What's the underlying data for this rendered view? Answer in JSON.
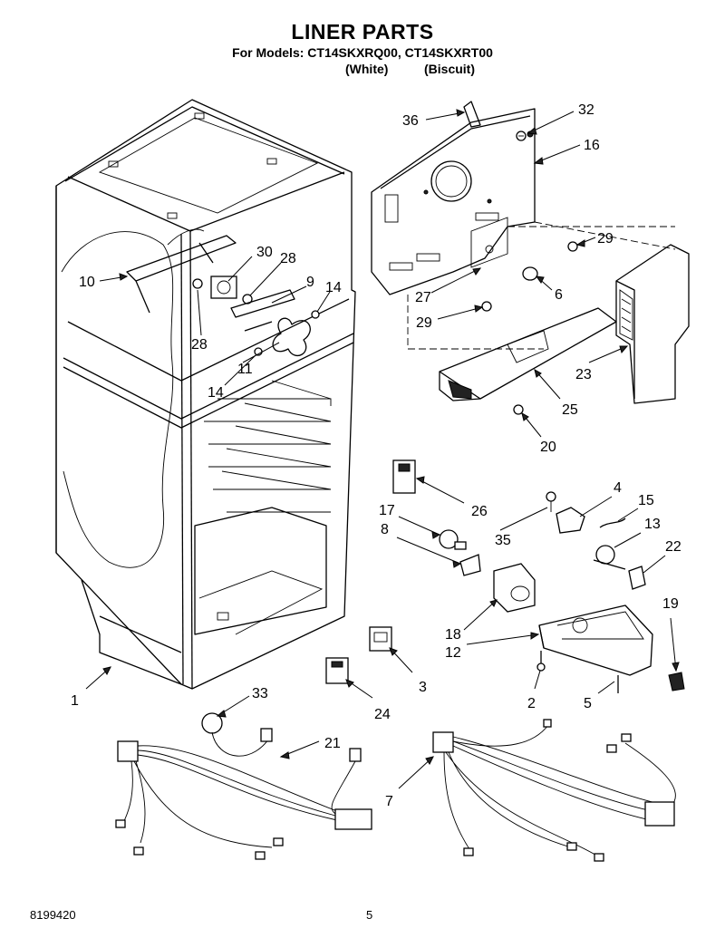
{
  "header": {
    "title": "LINER PARTS",
    "models": "For Models: CT14SKXRQ00, CT14SKXRT00",
    "variant_white": "(White)",
    "variant_biscuit": "(Biscuit)"
  },
  "footer": {
    "doc_number": "8199420",
    "page_number": "5"
  },
  "callouts": [
    "36",
    "32",
    "16",
    "29",
    "30",
    "28",
    "10",
    "9",
    "14",
    "28",
    "27",
    "6",
    "29",
    "11",
    "14",
    "23",
    "25",
    "20",
    "26",
    "4",
    "15",
    "17",
    "13",
    "8",
    "35",
    "22",
    "18",
    "12",
    "19",
    "3",
    "1",
    "33",
    "24",
    "2",
    "5",
    "21",
    "7"
  ]
}
